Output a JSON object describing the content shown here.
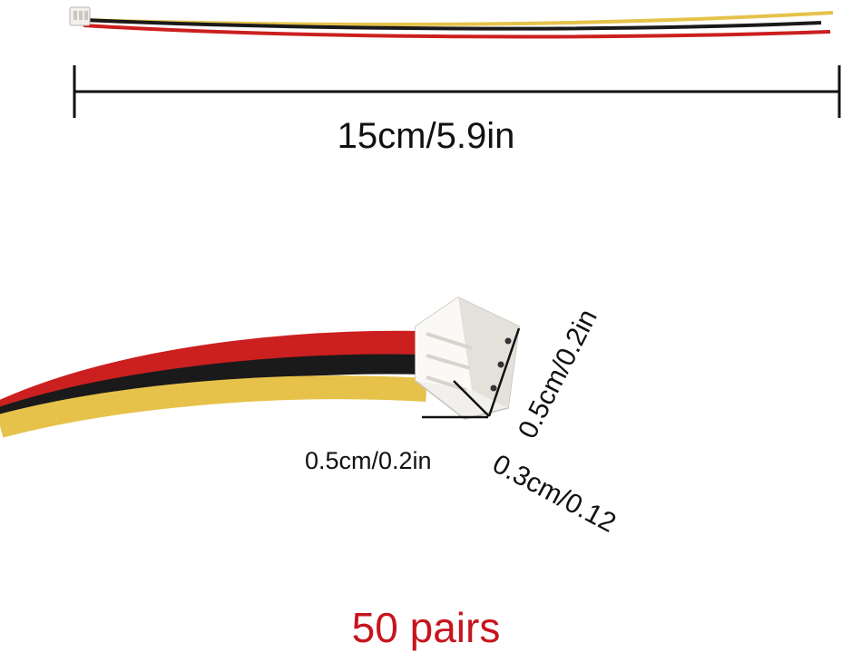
{
  "labels": {
    "length": "15cm/5.9in",
    "connector_width": "0.5cm/0.2in",
    "connector_height": "0.5cm/0.2in",
    "connector_depth": "0.3cm/0.12",
    "quantity": "50 pairs"
  },
  "colors": {
    "wire_red": "#cc1f1f",
    "wire_black": "#1a1a1a",
    "wire_yellow": "#e6c24a",
    "connector": "#f2f0ec",
    "quantity_text": "#c8141e",
    "dimension_line": "#111111"
  },
  "icons": {
    "cable_small": "jst-3pin-cable-icon",
    "connector_closeup": "jst-3pin-connector-icon"
  }
}
